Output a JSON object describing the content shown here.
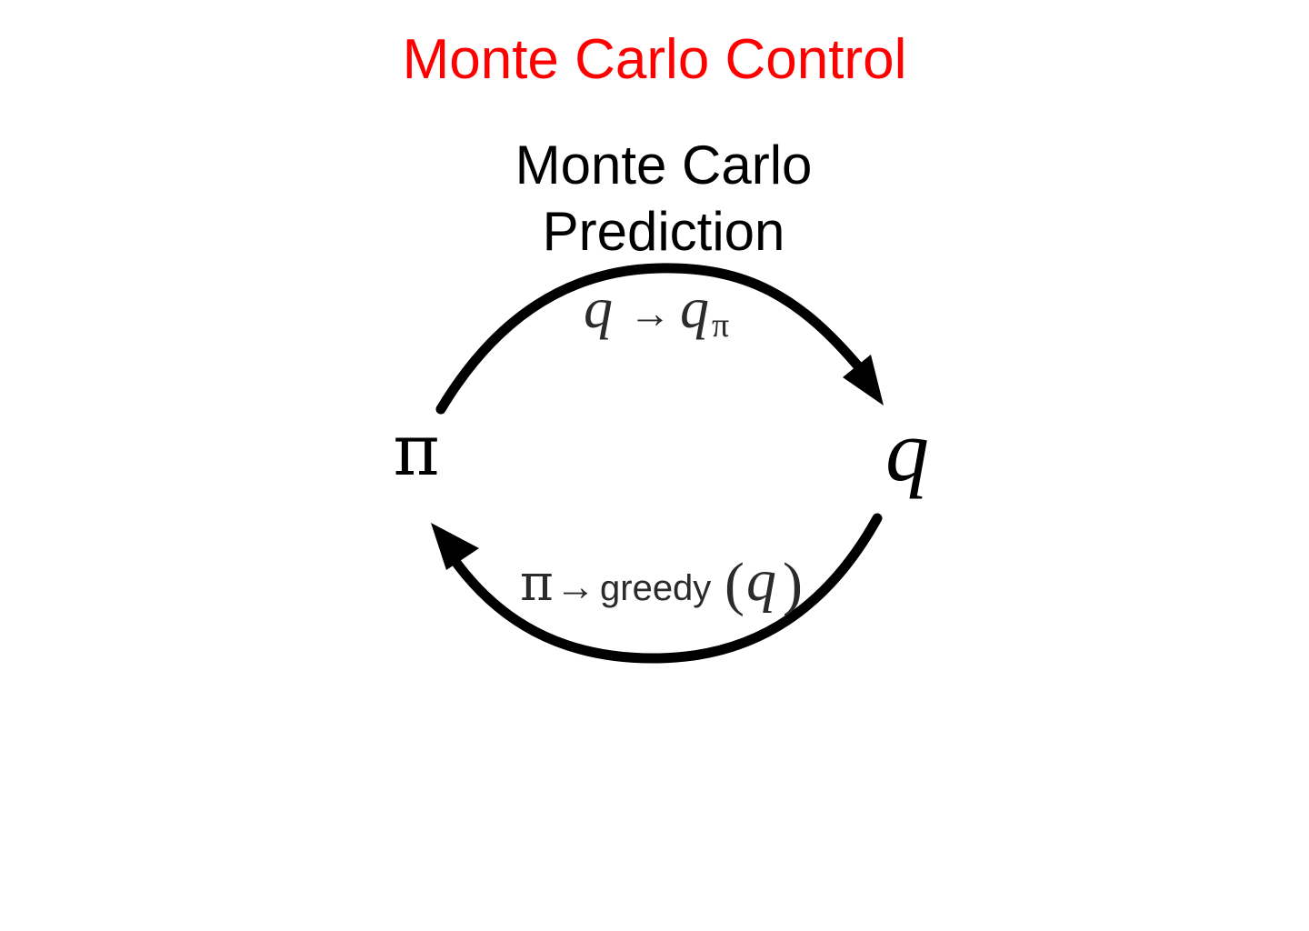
{
  "title": {
    "text": "Monte Carlo Control",
    "color": "#ff0000"
  },
  "subtitle": {
    "line1": "Monte Carlo",
    "line2": "Prediction"
  },
  "nodes": {
    "policy": "π",
    "value": "q"
  },
  "edges": {
    "evaluation": {
      "lhs": "q",
      "arrow": "→",
      "rhs": "q",
      "subscript": "π"
    },
    "improvement": {
      "lhs": "π",
      "arrow": "→",
      "func": "greedy",
      "open_paren": "(",
      "arg": "q",
      "close_paren": ")"
    }
  },
  "colors": {
    "ink": "#000000",
    "formula_ink": "#2b2b2b"
  }
}
